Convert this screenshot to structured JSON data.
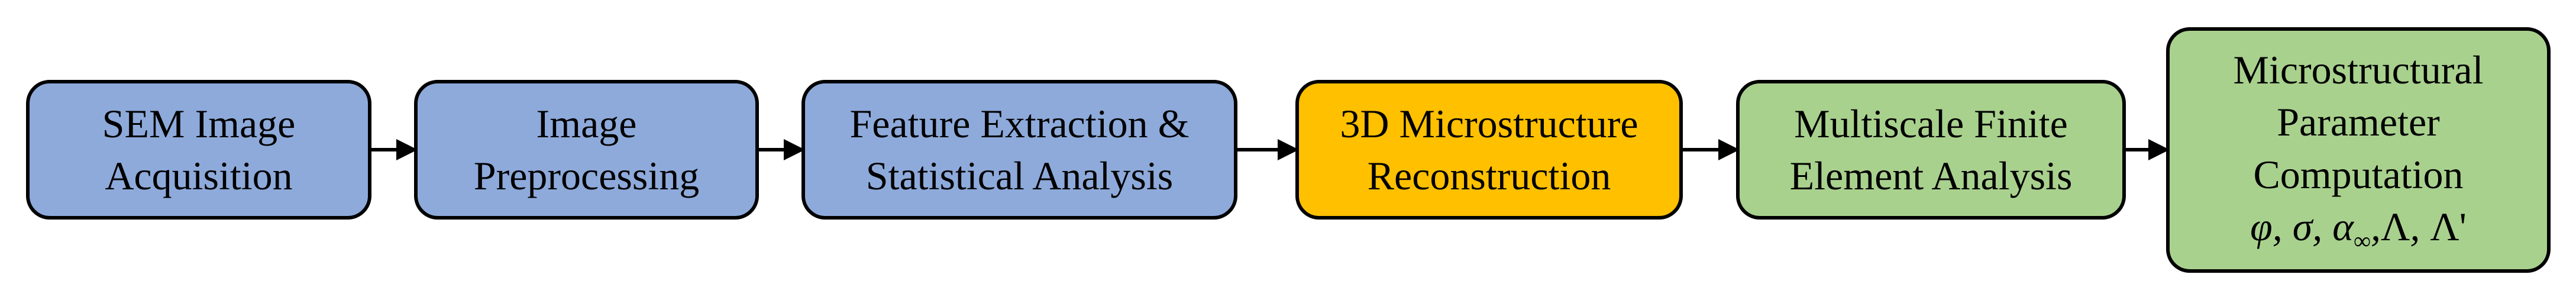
{
  "colors": {
    "blue": "#8eaadb",
    "orange": "#ffc000",
    "green": "#a9d18e",
    "border": "#000000"
  },
  "nodes": [
    {
      "id": "sem",
      "lines": [
        "SEM Image",
        "Acquisition"
      ],
      "color": "#8eaadb"
    },
    {
      "id": "pre",
      "lines": [
        "Image",
        "Preprocessing"
      ],
      "color": "#8eaadb"
    },
    {
      "id": "feat",
      "lines": [
        "Feature Extraction &",
        "Statistical Analysis"
      ],
      "color": "#8eaadb"
    },
    {
      "id": "recon",
      "lines": [
        "3D Microstructure",
        "Reconstruction"
      ],
      "color": "#ffc000"
    },
    {
      "id": "fea",
      "lines": [
        "Multiscale Finite",
        "Element Analysis"
      ],
      "color": "#a9d18e"
    },
    {
      "id": "param",
      "lines": [
        "Microstructural",
        "Parameter",
        "Computation"
      ],
      "color": "#a9d18e"
    }
  ],
  "params": {
    "phi": "φ",
    "sigma": "σ",
    "alpha": "α",
    "inf": "∞",
    "lambda": "Λ",
    "lambda_prime": "Λ'"
  },
  "edges": [
    {
      "from": "sem",
      "to": "pre"
    },
    {
      "from": "pre",
      "to": "feat"
    },
    {
      "from": "feat",
      "to": "recon"
    },
    {
      "from": "recon",
      "to": "fea"
    },
    {
      "from": "fea",
      "to": "param"
    }
  ]
}
